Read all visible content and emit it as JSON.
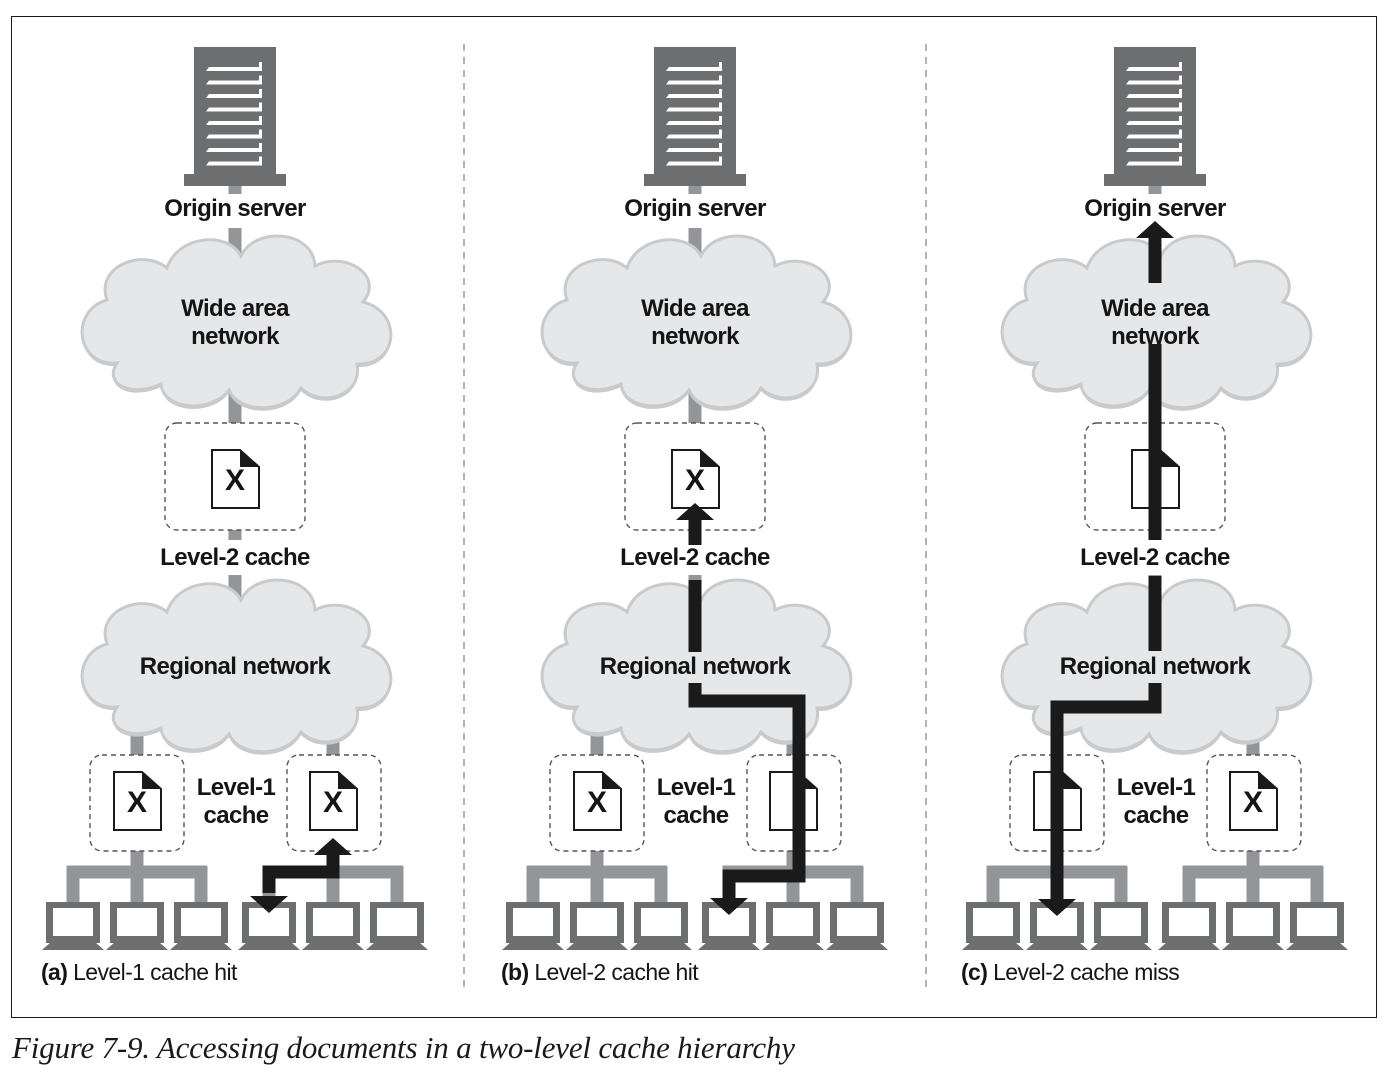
{
  "figure": {
    "caption": "Figure 7-9. Accessing documents in a two-level cache hierarchy"
  },
  "labels": {
    "origin_server": "Origin server",
    "wan_line1": "Wide area",
    "wan_line2": "network",
    "level2_cache": "Level-2 cache",
    "regional_network": "Regional network",
    "level1_line1": "Level-1",
    "level1_line2": "cache",
    "doc_mark": "X"
  },
  "panels": [
    {
      "id": "a",
      "tag": "(a)",
      "title": "Level-1 cache hit",
      "l2_has_doc": true,
      "l1_left_has_doc": true,
      "l1_right_has_doc": true,
      "request_path": "client4-to-l1-right"
    },
    {
      "id": "b",
      "tag": "(b)",
      "title": "Level-2 cache hit",
      "l2_has_doc": true,
      "l1_left_has_doc": true,
      "l1_right_has_doc": false,
      "request_path": "client4-to-l2"
    },
    {
      "id": "c",
      "tag": "(c)",
      "title": "Level-2 cache miss",
      "l2_has_doc": false,
      "l1_left_has_doc": false,
      "l1_right_has_doc": true,
      "request_path": "client2-to-origin"
    }
  ],
  "colors": {
    "server": "#6d6e70",
    "link": "#939598",
    "cloud_fill": "#e6e7e8",
    "cloud_edge": "#c9cacc",
    "arrow": "#1a1a1a",
    "dash": "#555555",
    "divider": "#999999"
  }
}
